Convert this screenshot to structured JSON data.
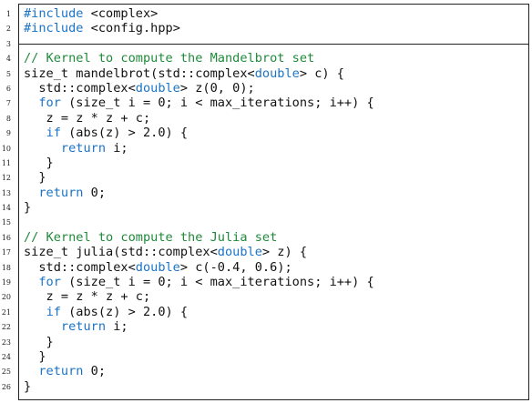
{
  "code_lines": [
    {
      "n": "1",
      "segs": [
        [
          "pp",
          "#include"
        ],
        [
          "",
          " <complex>"
        ]
      ]
    },
    {
      "n": "2",
      "segs": [
        [
          "pp",
          "#include"
        ],
        [
          "",
          " <config.hpp>"
        ]
      ]
    },
    {
      "n": "3",
      "segs": [],
      "separator": true
    },
    {
      "n": "4",
      "segs": [
        [
          "cm",
          "// Kernel to compute the Mandelbrot set"
        ]
      ]
    },
    {
      "n": "5",
      "segs": [
        [
          "",
          "size_t mandelbrot(std::complex<"
        ],
        [
          "kw",
          "double"
        ],
        [
          "",
          "> c) {"
        ]
      ]
    },
    {
      "n": "6",
      "segs": [
        [
          "",
          "  std::complex<"
        ],
        [
          "kw",
          "double"
        ],
        [
          "",
          "> z(0, 0);"
        ]
      ]
    },
    {
      "n": "7",
      "segs": [
        [
          "",
          "  "
        ],
        [
          "kw",
          "for"
        ],
        [
          "",
          " (size_t i = 0; i < max_iterations; i++) {"
        ]
      ]
    },
    {
      "n": "8",
      "segs": [
        [
          "",
          "   z = z * z + c;"
        ]
      ]
    },
    {
      "n": "9",
      "segs": [
        [
          "",
          "   "
        ],
        [
          "kw",
          "if"
        ],
        [
          "",
          " (abs(z) > 2.0) {"
        ]
      ]
    },
    {
      "n": "10",
      "segs": [
        [
          "",
          "     "
        ],
        [
          "kw",
          "return"
        ],
        [
          "",
          " i;"
        ]
      ]
    },
    {
      "n": "11",
      "segs": [
        [
          "",
          "   }"
        ]
      ]
    },
    {
      "n": "12",
      "segs": [
        [
          "",
          "  }"
        ]
      ]
    },
    {
      "n": "13",
      "segs": [
        [
          "",
          "  "
        ],
        [
          "kw",
          "return"
        ],
        [
          "",
          " 0;"
        ]
      ]
    },
    {
      "n": "14",
      "segs": [
        [
          "",
          "}"
        ]
      ]
    },
    {
      "n": "15",
      "segs": []
    },
    {
      "n": "16",
      "segs": [
        [
          "cm",
          "// Kernel to compute the Julia set"
        ]
      ]
    },
    {
      "n": "17",
      "segs": [
        [
          "",
          "size_t julia(std::complex<"
        ],
        [
          "kw",
          "double"
        ],
        [
          "",
          "> z) {"
        ]
      ]
    },
    {
      "n": "18",
      "segs": [
        [
          "",
          "  std::complex<"
        ],
        [
          "kw",
          "double"
        ],
        [
          "",
          "> c(-0.4, 0.6);"
        ]
      ]
    },
    {
      "n": "19",
      "segs": [
        [
          "",
          "  "
        ],
        [
          "kw",
          "for"
        ],
        [
          "",
          " (size_t i = 0; i < max_iterations; i++) {"
        ]
      ]
    },
    {
      "n": "20",
      "segs": [
        [
          "",
          "   z = z * z + c;"
        ]
      ]
    },
    {
      "n": "21",
      "segs": [
        [
          "",
          "   "
        ],
        [
          "kw",
          "if"
        ],
        [
          "",
          " (abs(z) > 2.0) {"
        ]
      ]
    },
    {
      "n": "22",
      "segs": [
        [
          "",
          "     "
        ],
        [
          "kw",
          "return"
        ],
        [
          "",
          " i;"
        ]
      ]
    },
    {
      "n": "23",
      "segs": [
        [
          "",
          "   }"
        ]
      ]
    },
    {
      "n": "24",
      "segs": [
        [
          "",
          "  }"
        ]
      ]
    },
    {
      "n": "25",
      "segs": [
        [
          "",
          "  "
        ],
        [
          "kw",
          "return"
        ],
        [
          "",
          " 0;"
        ]
      ]
    },
    {
      "n": "26",
      "segs": [
        [
          "",
          "}"
        ]
      ]
    }
  ],
  "colors": {
    "keyword": "#1a73c8",
    "comment": "#1f8a3a",
    "text": "#111111",
    "border": "#222222"
  }
}
